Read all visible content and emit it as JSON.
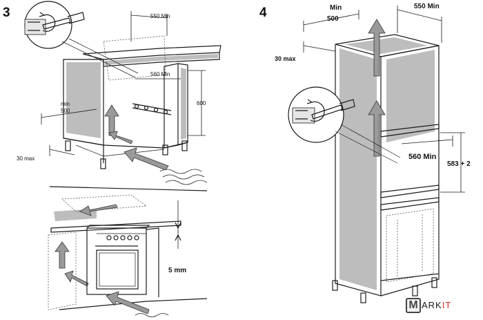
{
  "diagram": {
    "step3": {
      "number": "3",
      "dim_depth": "550 Min",
      "dim_inner_depth": "560 Min",
      "dim_height": "600",
      "dim_min_label": "min",
      "dim_min_value": "500",
      "dim_gap": "30 max",
      "dim_hob_gap": "5 mm"
    },
    "step4": {
      "number": "4",
      "dim_min_label": "Min",
      "dim_min_value": "500",
      "dim_depth": "550 Min",
      "dim_gap": "30 max",
      "dim_inner_depth": "560 Min",
      "dim_height": "583 + 2"
    }
  },
  "watermark": {
    "letter": "M",
    "rest_a": "ARK",
    "rest_b": "IT",
    "accent_color": "#d62828"
  }
}
